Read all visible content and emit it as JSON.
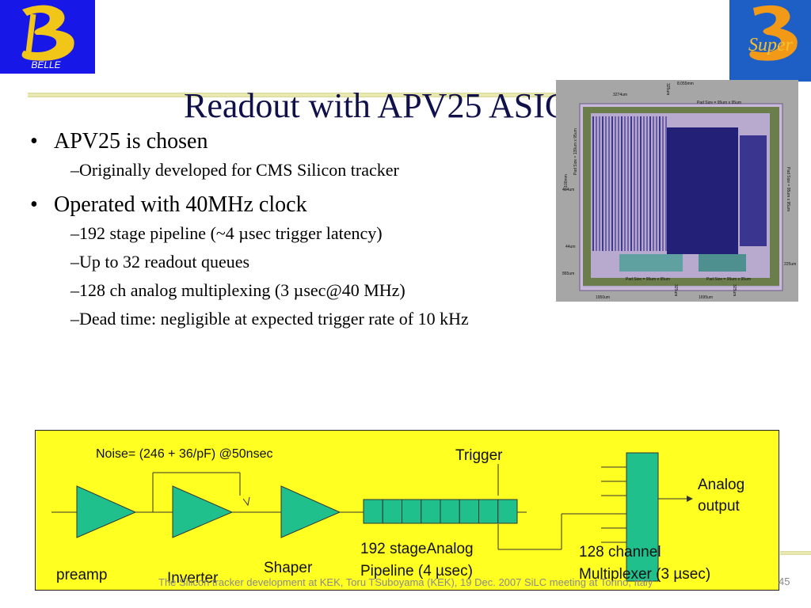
{
  "logos": {
    "belle_text": "BELLE",
    "super_text": "Super"
  },
  "slide": {
    "title": "Readout with APV25 ASIC",
    "bullets": [
      {
        "text": "APV25 is chosen",
        "subs": [
          "Originally developed for CMS Silicon tracker"
        ]
      },
      {
        "text": "Operated with 40MHz clock",
        "subs": [
          "192 stage pipeline (~4 µsec trigger latency)",
          "Up to 32 readout queues",
          "128 ch analog multiplexing (3 µsec@40 MHz)",
          "Dead time: negligible at expected trigger rate of 10 kHz"
        ]
      }
    ],
    "bullet_glyph": "•",
    "sub_glyph": "–"
  },
  "chip_image": {
    "labels": {
      "width_total": "8.055mm",
      "width_left": "3274um",
      "height_total": "7.100mm",
      "pad_size_top": "Pad Size = 95um x 95um",
      "pad_size_bottom_left": "Pad Size = 95um x 95um",
      "pad_size_bottom_right": "Pad Size = 95um x 95um",
      "dim_404": "404um",
      "dim_44": "44um",
      "dim_865": "865um",
      "dim_1950": "1950um",
      "dim_1695": "1695um",
      "dim_225": "225um",
      "dim_325a": "325um",
      "dim_325b": "325um",
      "dim_325c": "325um",
      "pad_left": "Pad Size = 139um x 95um",
      "pad_right": "Pad Size = 95um x 95um"
    }
  },
  "diagram": {
    "noise_label": "Noise= (246 + 36/pF)  @50nsec",
    "trigger_label": "Trigger",
    "preamp_label": "preamp",
    "inverter_label": "Inverter",
    "shaper_label": "Shaper",
    "pipeline_label_1": "192 stageAnalog",
    "pipeline_label_2": "Pipeline (4 µsec)",
    "mux_label_1": "128 channel",
    "mux_label_2": "Multiplexer (3 µsec)",
    "output_label_1": "Analog",
    "output_label_2": "output",
    "colors": {
      "background": "#ffff22",
      "component": "#20c08c"
    }
  },
  "footer": {
    "text": "The Silicon tracker development at KEK, Toru TSuboyama (KEK), 19 Dec. 2007 SiLC meeting at Torino, Italy",
    "page": "45"
  }
}
